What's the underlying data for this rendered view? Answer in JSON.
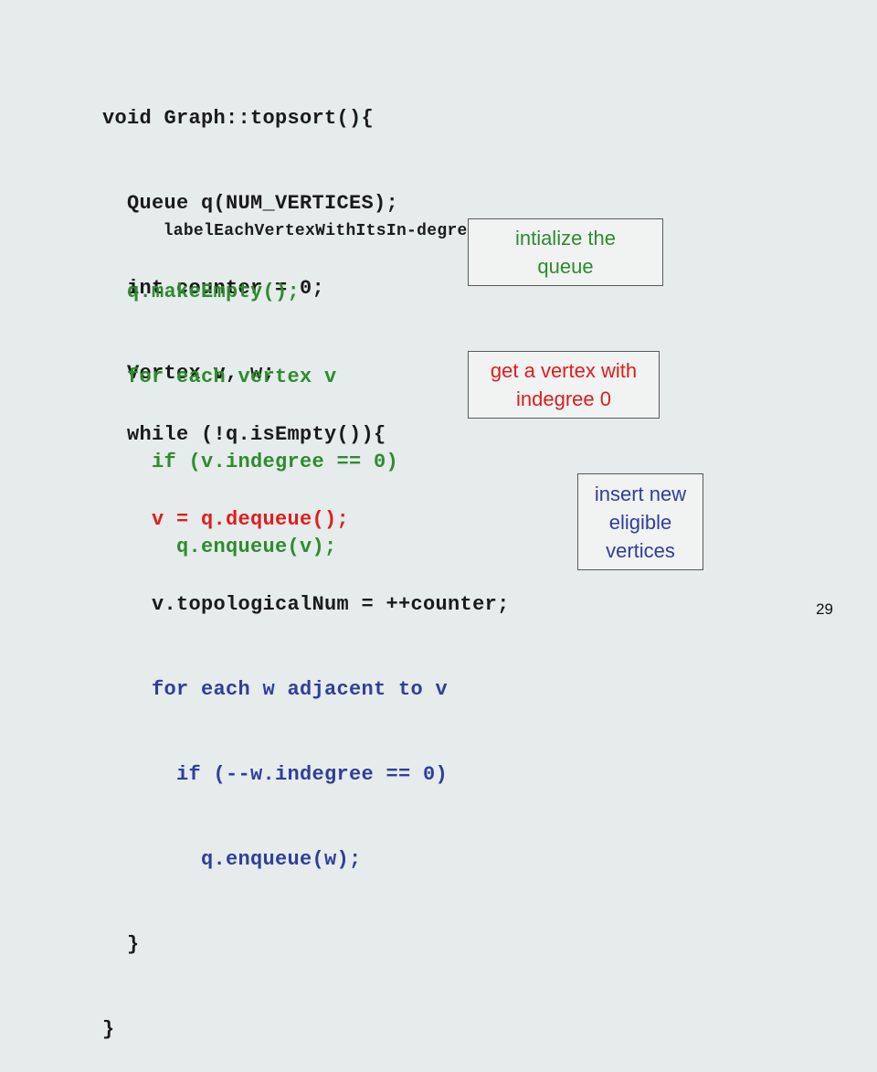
{
  "colors": {
    "background": "#e6ebeb",
    "code_default": "#1a1a1a",
    "code_green": "#2e8b2e",
    "code_red": "#e01c1c",
    "code_blue": "#2d3f9c"
  },
  "code": {
    "header": [
      "void Graph::topsort(){",
      "  Queue q(NUM_VERTICES);",
      "  int counter = 0;",
      "  Vertex v, w;"
    ],
    "label_line": "      labelEachVertexWithItsIn-degree();",
    "init_block": [
      "  q.makeEmpty();",
      "  for each vertex v",
      "    if (v.indegree == 0)",
      "      q.enqueue(v);"
    ],
    "while_line": "  while (!q.isEmpty()){",
    "dequeue_line": "    v = q.dequeue();",
    "topnum_line": "    v.topologicalNum = ++counter;",
    "adjacent_block": [
      "    for each w adjacent to v",
      "      if (--w.indegree == 0)",
      "        q.enqueue(w);"
    ],
    "closing": [
      "  }",
      "}"
    ]
  },
  "notes": {
    "init": "intialize the\nqueue",
    "dequeue": "get a vertex with\nindegree 0",
    "insert": "insert new\neligible\nvertices"
  },
  "page_number": "29"
}
